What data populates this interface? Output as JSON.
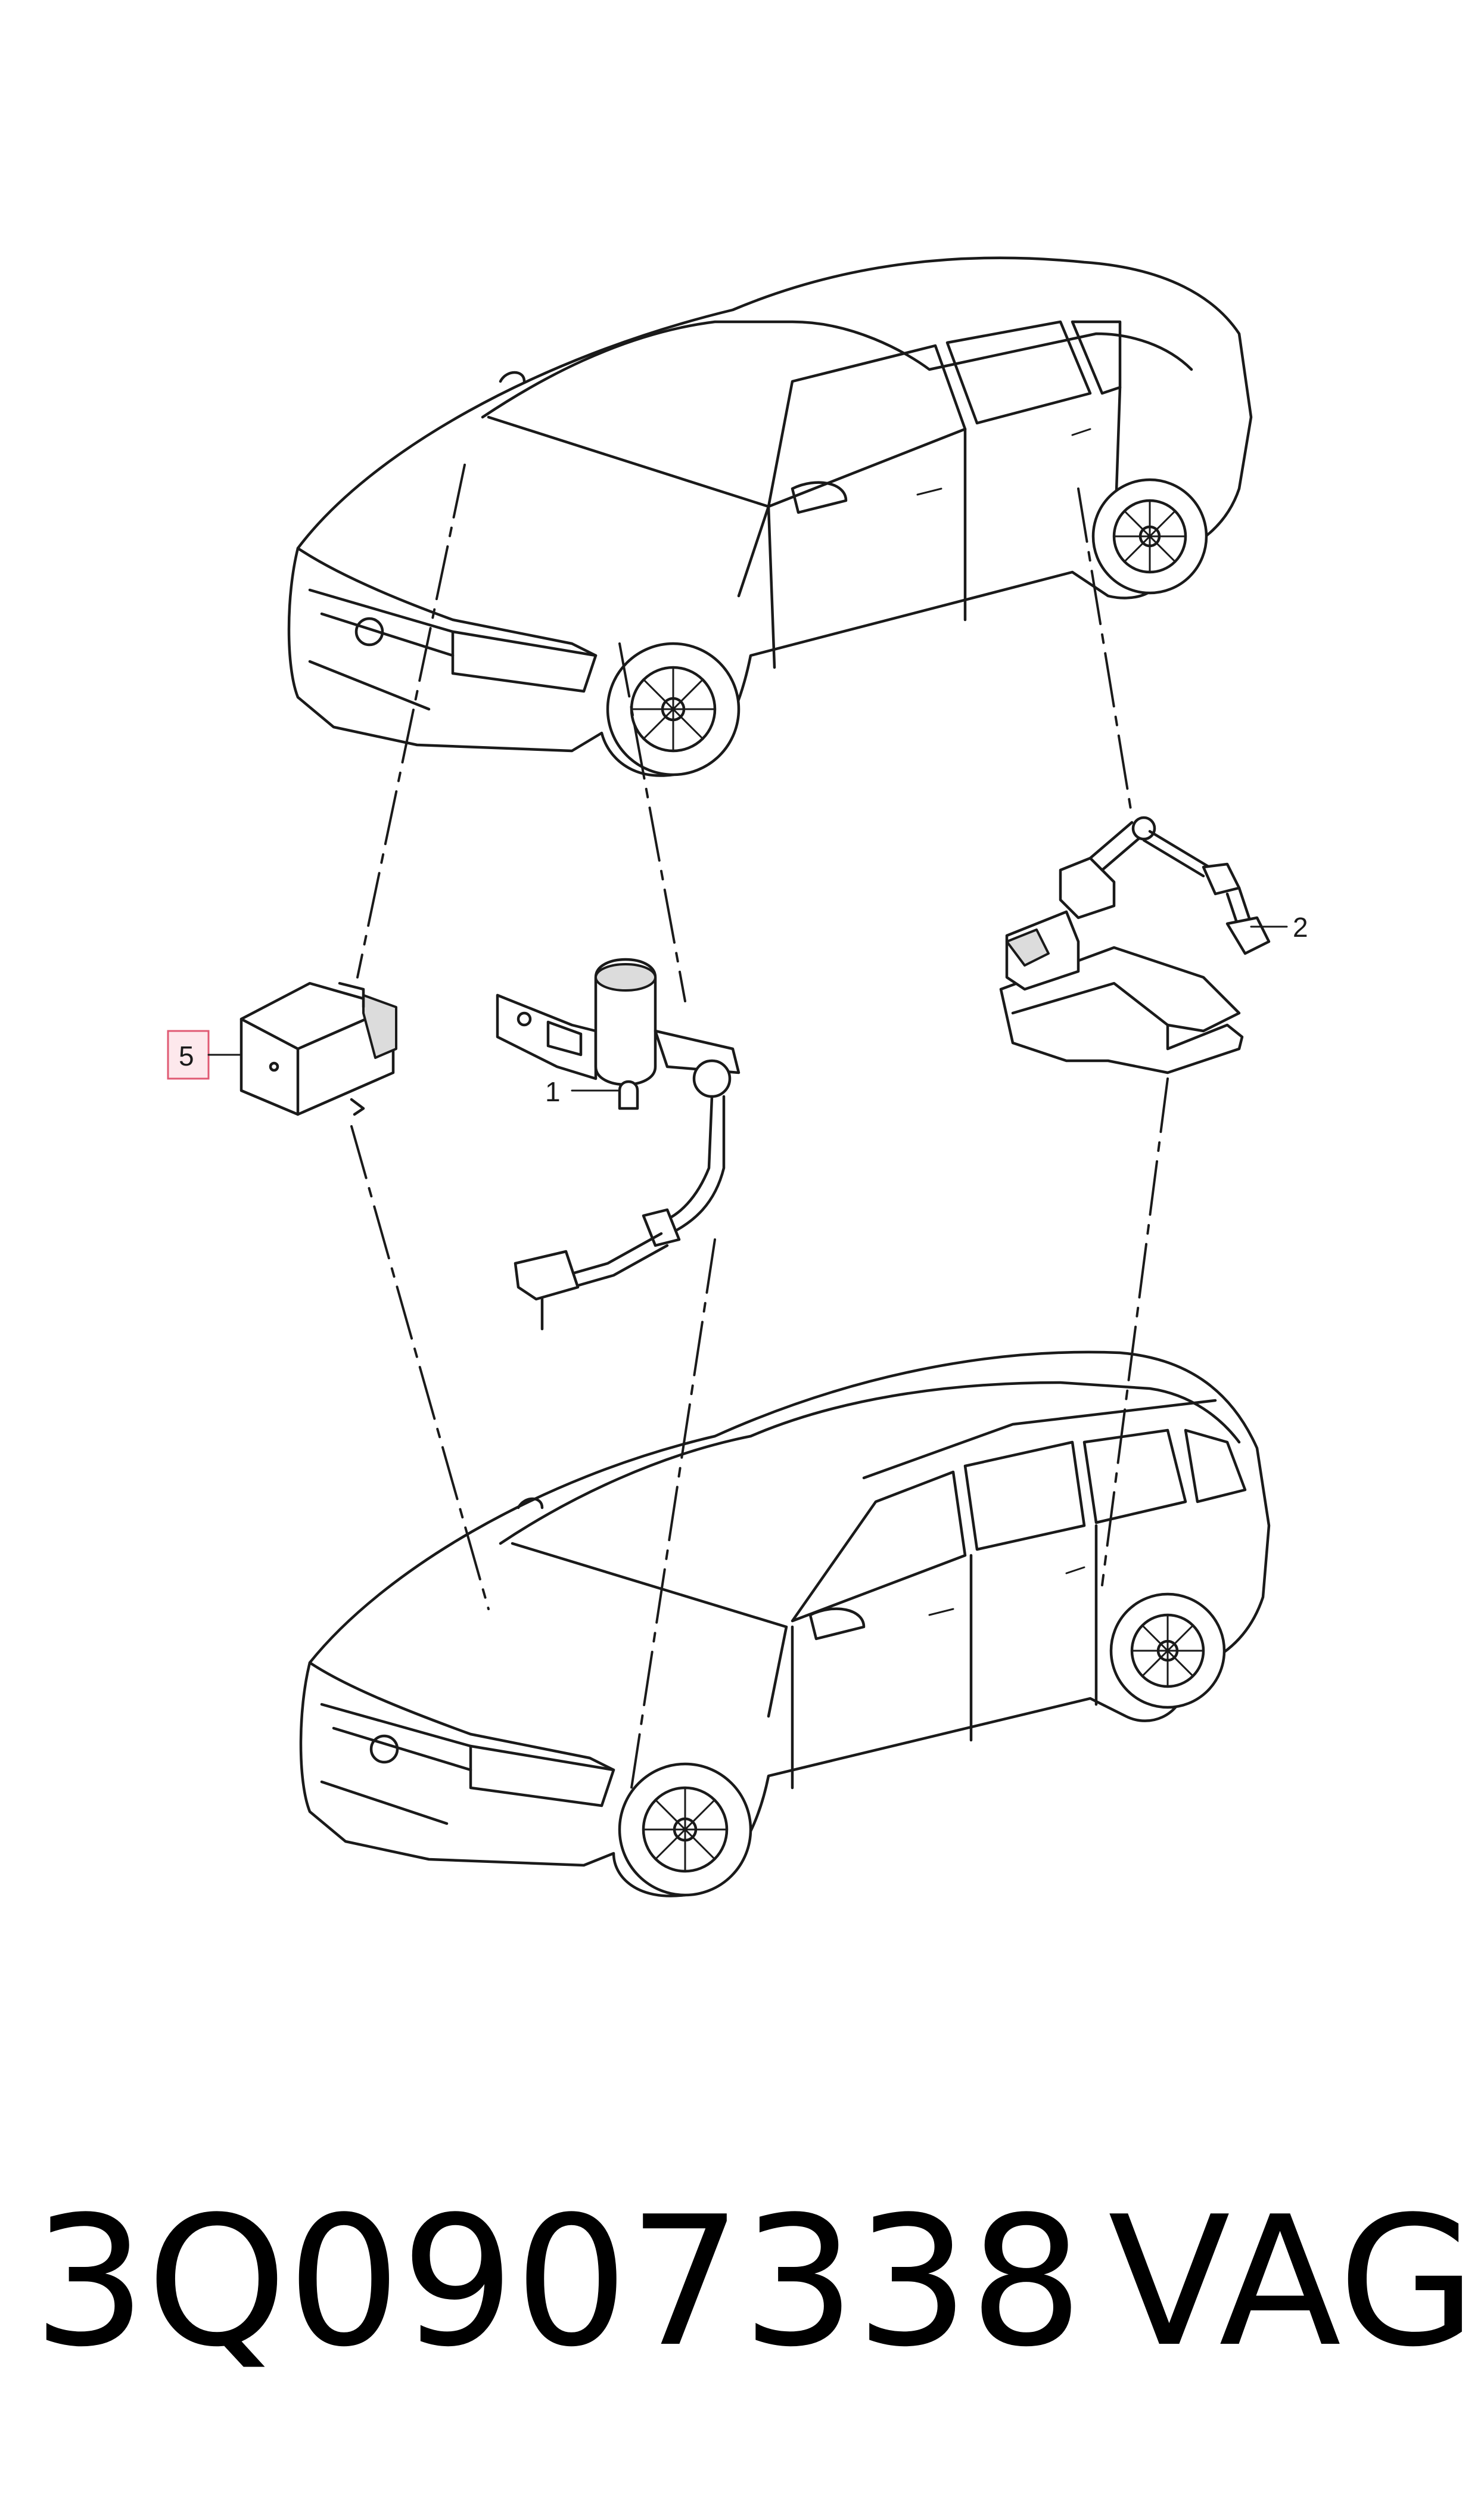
{
  "diagram": {
    "callouts": [
      {
        "id": "1",
        "text": "1"
      },
      {
        "id": "2",
        "text": "2"
      },
      {
        "id": "5",
        "text": "5",
        "highlighted": true
      }
    ],
    "highlight_color": "#e05a73"
  },
  "footer": {
    "part_number": "3Q0907338",
    "brand": "VAG"
  }
}
